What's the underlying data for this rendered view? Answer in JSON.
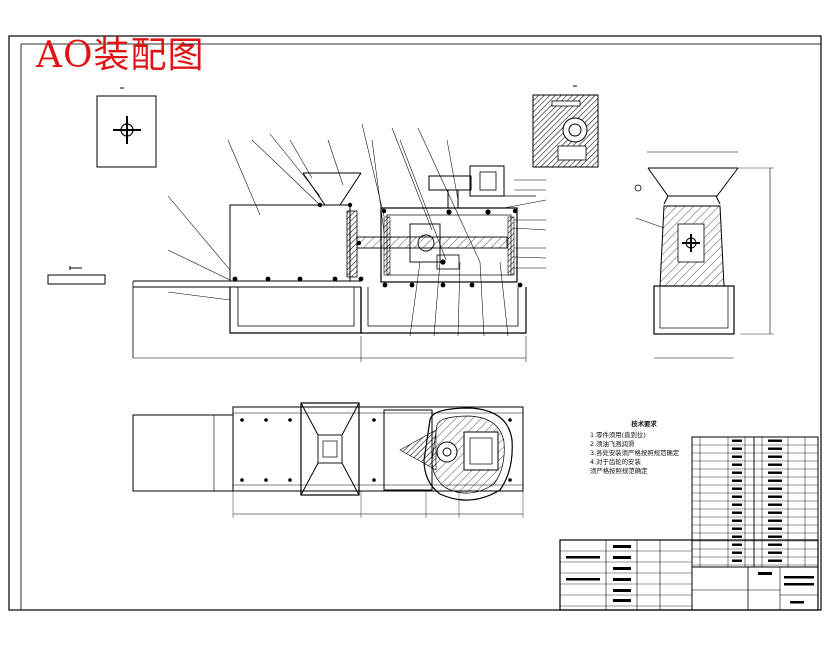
{
  "drawing": {
    "title": "AO装配图",
    "tech_notes": {
      "heading": "技术要求",
      "items": [
        "1.零件须用(直到位)",
        "2.须油飞溅润滑",
        "3.各处安装须严格按照规范确定",
        "4.对于齿轮的安装",
        "须严格按照规范确定"
      ]
    },
    "colors": {
      "title_red": "#e11414",
      "line": "#000000",
      "hatch": "#000000"
    }
  }
}
